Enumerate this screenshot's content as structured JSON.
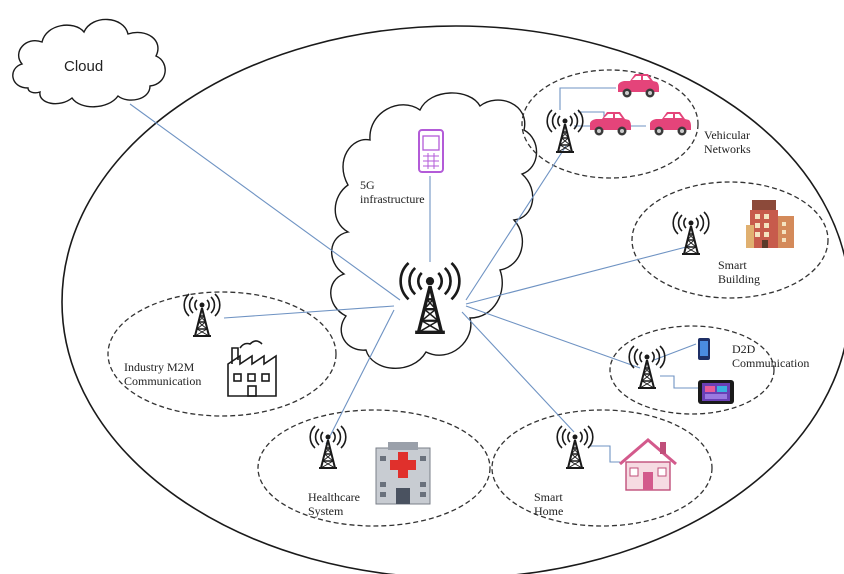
{
  "cloud_label": "Cloud",
  "infrastructure_label": [
    "5G",
    "infrastructure"
  ],
  "domains": {
    "vehicular": [
      "Vehicular",
      "Networks"
    ],
    "building": [
      "Smart",
      "Building"
    ],
    "d2d": [
      "D2D",
      "Communication"
    ],
    "home": [
      "Smart",
      "Home"
    ],
    "healthcare": [
      "Healthcare",
      "System"
    ],
    "industry": [
      "Industry M2M",
      "Communication"
    ]
  },
  "colors": {
    "link_line": "#6f93c3",
    "car": "#e4447a",
    "building": "#c75b4c",
    "hospital_cross": "#e0302c",
    "house": "#d35a8c",
    "phone": "#b35bd8",
    "outline": "#1a1a1a"
  },
  "icons": [
    "cloud-icon",
    "tower-icon",
    "car-icon",
    "building-icon",
    "house-icon",
    "hospital-icon",
    "factory-icon",
    "smartphone-icon",
    "tablet-icon"
  ]
}
